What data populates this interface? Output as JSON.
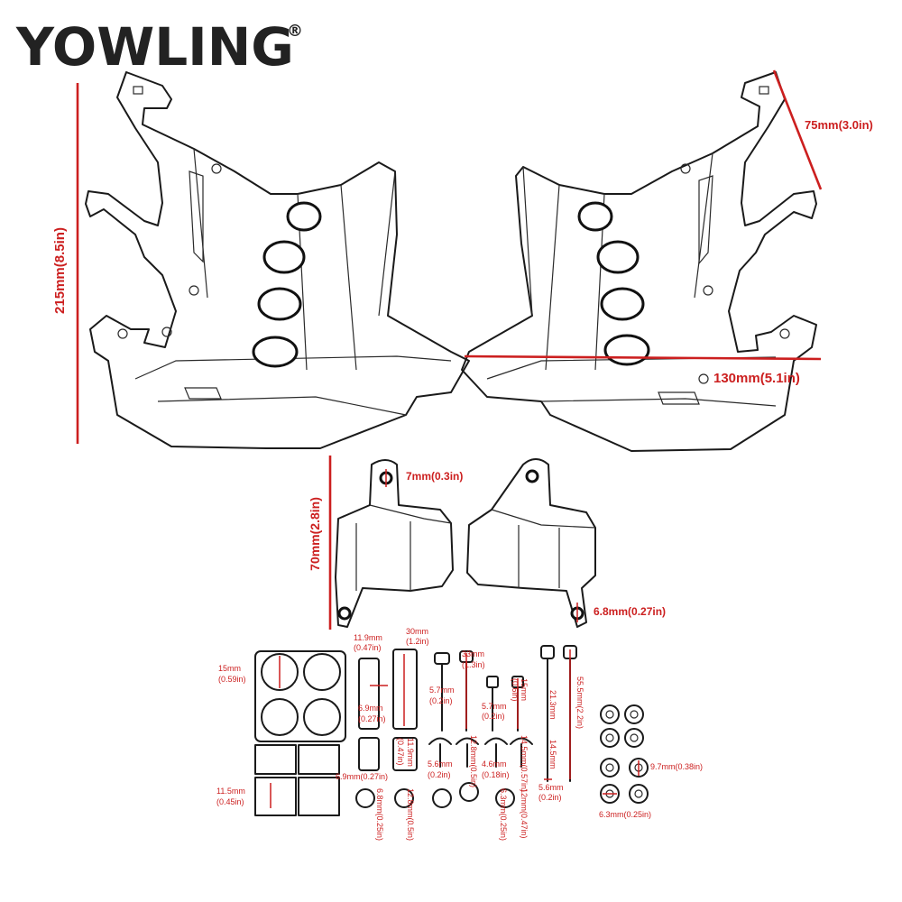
{
  "brand": {
    "logo_text": "YOWLING",
    "registered_mark": "®",
    "accent_color": "#cc1f1f"
  },
  "dimensions": {
    "overall_height": "215mm(8.5in)",
    "mount_arm": "75mm(3.0in)",
    "overall_width": "130mm(5.1in)",
    "bracket_height": "70mm(2.8in)",
    "bracket_hole_top": "7mm(0.3in)",
    "bracket_hole_bottom": "6.8mm(0.27in)"
  },
  "hardware": {
    "pad_large": [
      "15mm",
      "(0.59in)"
    ],
    "pad_small": [
      "11.5mm",
      "(0.45in)"
    ],
    "spacer_long": [
      "11.9mm",
      "(0.47in)"
    ],
    "spacer_long_len": [
      "30mm",
      "(1.2in)"
    ],
    "spacer_long_id": [
      "6.9mm",
      "(0.27in)"
    ],
    "spacer_short_od": "6.9mm(0.27in)",
    "spacer_short_len": [
      "11.9mm",
      "(0.47in)"
    ],
    "washer_a": "6.8mm(0.25in)",
    "washer_b": "12.8mm(0.5in)",
    "bolt_33": [
      "33mm",
      "(1.3in)"
    ],
    "bolt_33_dia": [
      "5.7mm",
      "(0.2in)"
    ],
    "bolt_15": [
      "15mm",
      "(0.6in)"
    ],
    "bolt_15_dia": [
      "5.7mm",
      "(0.2in)"
    ],
    "button_12_8": "12.8mm(0.5in)",
    "button_5_6": [
      "5.6mm",
      "(0.2in)"
    ],
    "button_4_6": [
      "4.6mm",
      "(0.18in)"
    ],
    "button_14_5": "14.5mm(0.57in)",
    "washer_6_3": "6.3mm(0.25in)",
    "washer_12": "12mm(0.47in)",
    "bolt_55": "55.5mm(2.2in)",
    "bolt_21_3": "21.3mm",
    "bolt_14_5": "14.5mm",
    "bolt_5_6": [
      "5.6mm",
      "(0.2in)"
    ],
    "nut_9_7": "9.7mm(0.38in)",
    "nut_6_3": "6.3mm(0.25in)"
  }
}
